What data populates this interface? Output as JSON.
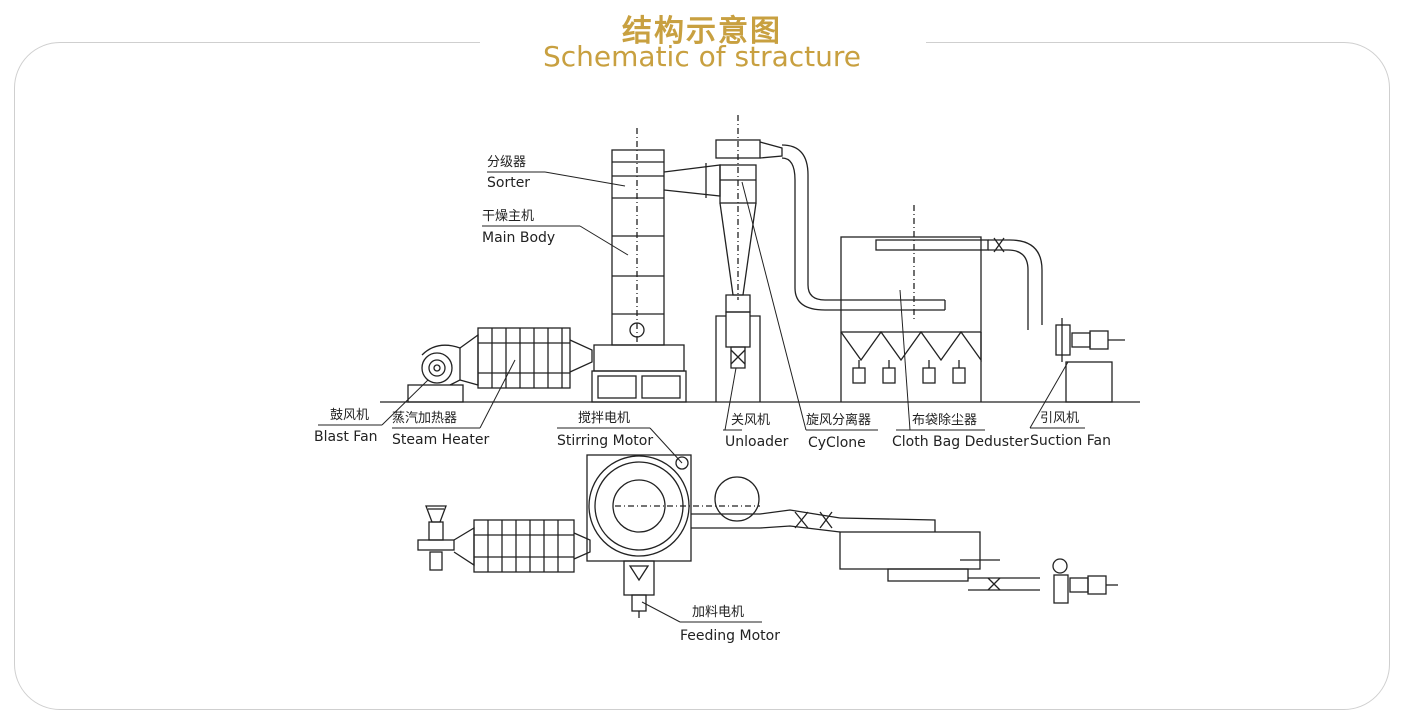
{
  "title": {
    "zh": "结构示意图",
    "en": "Schematic of stracture"
  },
  "labels": {
    "sorter": {
      "zh": "分级器",
      "en": "Sorter"
    },
    "main_body": {
      "zh": "干燥主机",
      "en": "Main Body"
    },
    "blast_fan": {
      "zh": "鼓风机",
      "en": "Blast Fan"
    },
    "steam_heater": {
      "zh": "蒸汽加热器",
      "en": "Steam Heater"
    },
    "stirring_motor": {
      "zh": "搅拌电机",
      "en": "Stirring Motor"
    },
    "unloader": {
      "zh": "关风机",
      "en": "Unloader"
    },
    "cyclone": {
      "zh": "旋风分离器",
      "en": "CyClone"
    },
    "cloth_bag_deduster": {
      "zh": "布袋除尘器",
      "en": "Cloth Bag Deduster"
    },
    "suction_fan": {
      "zh": "引风机",
      "en": "Suction Fan"
    },
    "feeding_motor": {
      "zh": "加料电机",
      "en": "Feeding Motor"
    }
  }
}
